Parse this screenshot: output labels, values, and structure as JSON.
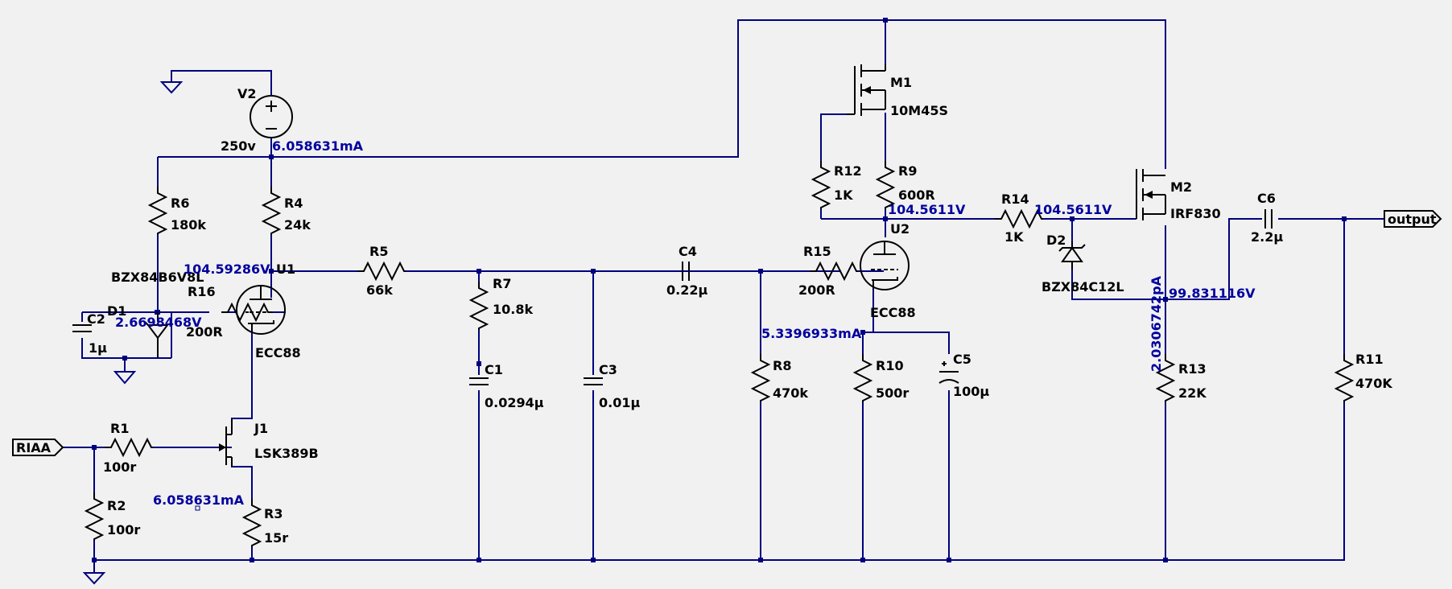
{
  "components": {
    "V2": {
      "ref": "V2",
      "value": "250v"
    },
    "R1": {
      "ref": "R1",
      "value": "100r"
    },
    "R2": {
      "ref": "R2",
      "value": "100r"
    },
    "R3": {
      "ref": "R3",
      "value": "15r"
    },
    "R4": {
      "ref": "R4",
      "value": "24k"
    },
    "R5": {
      "ref": "R5",
      "value": "66k"
    },
    "R6": {
      "ref": "R6",
      "value": "180k"
    },
    "R7": {
      "ref": "R7",
      "value": "10.8k"
    },
    "R8": {
      "ref": "R8",
      "value": "470k"
    },
    "R9": {
      "ref": "R9",
      "value": "600R"
    },
    "R10": {
      "ref": "R10",
      "value": "500r"
    },
    "R11": {
      "ref": "R11",
      "value": "470K"
    },
    "R12": {
      "ref": "R12",
      "value": "1K"
    },
    "R13": {
      "ref": "R13",
      "value": "22K"
    },
    "R14": {
      "ref": "R14",
      "value": "1K"
    },
    "R15": {
      "ref": "R15",
      "value": "200R"
    },
    "R16": {
      "ref": "R16",
      "value": "200R"
    },
    "C1": {
      "ref": "C1",
      "value": "0.0294µ"
    },
    "C2": {
      "ref": "C2",
      "value": "1µ"
    },
    "C3": {
      "ref": "C3",
      "value": "0.01µ"
    },
    "C4": {
      "ref": "C4",
      "value": "0.22µ"
    },
    "C5": {
      "ref": "C5",
      "value": "100µ"
    },
    "C6": {
      "ref": "C6",
      "value": "2.2µ"
    },
    "D1": {
      "ref": "D1",
      "value": "BZX84B6V8L"
    },
    "D2": {
      "ref": "D2",
      "value": "BZX84C12L"
    },
    "U1": {
      "ref": "U1",
      "value": "ECC88"
    },
    "U2": {
      "ref": "U2",
      "value": "ECC88"
    },
    "J1": {
      "ref": "J1",
      "value": "LSK389B"
    },
    "M1": {
      "ref": "M1",
      "value": "10M45S"
    },
    "M2": {
      "ref": "M2",
      "value": "IRF830"
    }
  },
  "annotations": {
    "supply_current": "6.058631mA",
    "u1_plate_voltage": "104.59286V",
    "d1_voltage": "2.6698468V",
    "j1_current": "6.058631mA",
    "m1_source_voltage": "104.5611V",
    "m2_gate_voltage": "104.5611V",
    "u2_cathode_current": "5.3396933mA",
    "m2_source_voltage": "99.831116V",
    "r13_current": "2.0306742pA"
  },
  "ports": {
    "input": "RIAA",
    "output": "output"
  },
  "colors": {
    "wire": "#00007f",
    "annotation": "#00009e",
    "component": "#000000",
    "background": "#f1f1f1"
  }
}
